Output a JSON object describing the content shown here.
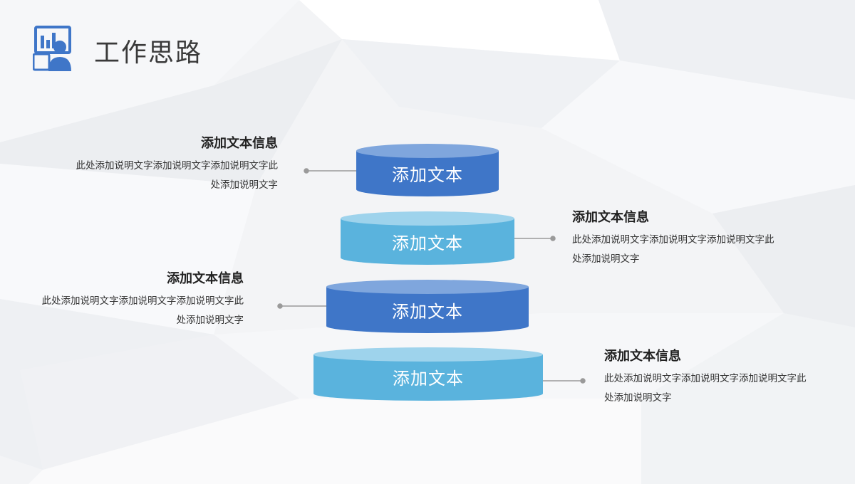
{
  "header": {
    "title": "工作思路",
    "logo_icon": "presentation-analyst-icon"
  },
  "colors": {
    "dark_blue": "#3f76c8",
    "dark_blue_top": "#7fa6dd",
    "light_blue": "#5ab3dd",
    "light_blue_top": "#9ed3ec",
    "connector": "#9a9a9a"
  },
  "layers": [
    {
      "label": "添加文本",
      "tone": "dark"
    },
    {
      "label": "添加文本",
      "tone": "light"
    },
    {
      "label": "添加文本",
      "tone": "dark"
    },
    {
      "label": "添加文本",
      "tone": "light"
    }
  ],
  "annotations": [
    {
      "title": "添加文本信息",
      "body_line1": "此处添加说明文字添加说明文字添加说明文字此",
      "body_line2": "处添加说明文字"
    },
    {
      "title": "添加文本信息",
      "body_line1": "此处添加说明文字添加说明文字添加说明文字此",
      "body_line2": "处添加说明文字"
    },
    {
      "title": "添加文本信息",
      "body_line1": "此处添加说明文字添加说明文字添加说明文字此",
      "body_line2": "处添加说明文字"
    },
    {
      "title": "添加文本信息",
      "body_line1": "此处添加说明文字添加说明文字添加说明文字此",
      "body_line2": "处添加说明文字"
    }
  ]
}
